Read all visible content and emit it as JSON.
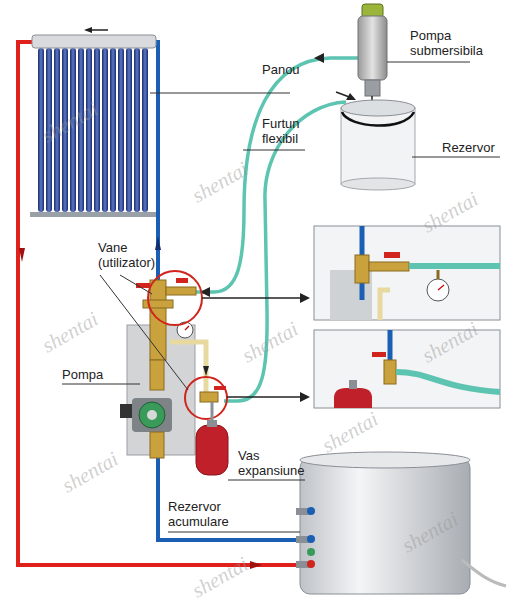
{
  "diagram": {
    "labels": [
      "Panou",
      "Furtun flexibil",
      "Pompa submersibila",
      "Rezervor",
      "Vane (utilizator)",
      "Pompa",
      "Vas expansiune",
      "Rezervor acumulare",
      "shentai",
      "shentai",
      "shentai",
      "shentai",
      "shentai",
      "shentai",
      "shentai",
      "shentai",
      "shentai",
      "shentai"
    ]
  }
}
